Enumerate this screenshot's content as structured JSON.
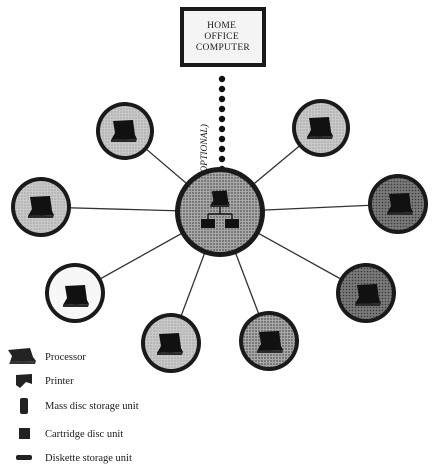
{
  "home_office": {
    "lines": [
      "HOME",
      "OFFICE",
      "COMPUTER"
    ]
  },
  "optional_label": "(OPTIONAL)",
  "legend": {
    "items": [
      {
        "label": "Processor",
        "icon": "processor-icon"
      },
      {
        "label": "Printer",
        "icon": "printer-icon"
      },
      {
        "label": "Mass disc storage unit",
        "icon": "mass-disc-storage-icon"
      },
      {
        "label": "Cartridge disc unit",
        "icon": "cartridge-disc-icon"
      },
      {
        "label": "Diskette storage unit",
        "icon": "diskette-storage-icon"
      }
    ]
  },
  "colors": {
    "ink": "#1a1a1a",
    "node_fill": "#d4d4d4",
    "node_fill_dark": "#8f8f8f",
    "hub_fill": "#9a9a9a",
    "line": "#333333"
  }
}
